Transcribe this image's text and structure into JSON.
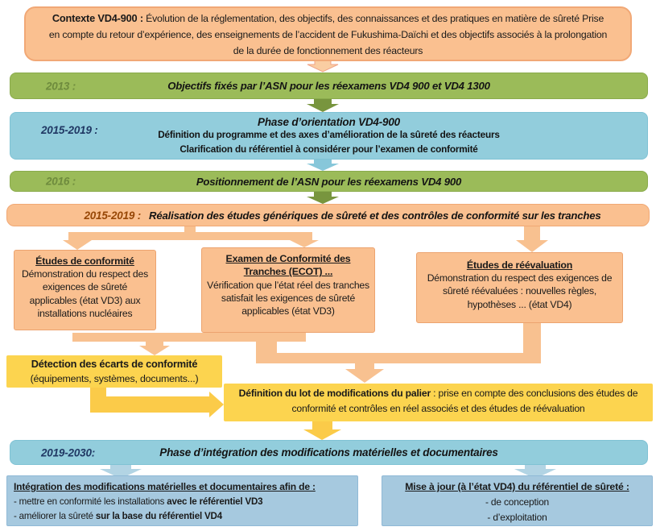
{
  "context_box": {
    "lead": "Contexte  VD4-900 :",
    "line1": " Évolution de la réglementation, des objectifs, des connaissances et des pratiques en matière de sûreté",
    "line2": "Prise en compte du retour d’expérience, des enseignements de l’accident de Fukushima-Daïchi et des objectifs associés à la prolongation de la durée de fonctionnement des réacteurs"
  },
  "timeline": [
    {
      "label": "2013 :",
      "text": "Objectifs fixés par l’ASN pour les réexamens VD4 900 et VD4 1300"
    },
    {
      "label": "2015-2019 :",
      "title": "Phase d’orientation  VD4-900",
      "line2": "Définition du programme  et des axes d’amélioration  de la sûreté des réacteurs",
      "line3": "Clarification du référentiel à considérer pour l’examen de conformité"
    },
    {
      "label": "2016 :",
      "text": "Positionnement de l’ASN pour les réexamens VD4 900"
    },
    {
      "label": "2015-2019 :",
      "text": "Réalisation des études génériques de sûreté et des contrôles de conformité sur les tranches"
    },
    {
      "label": "2019-2030:",
      "text": "Phase d’intégration des modifications matérielles et documentaires"
    }
  ],
  "study_boxes": [
    {
      "title": "Études de conformité",
      "body": "Démonstration du respect des exigences de sûreté applicables (état VD3) aux installations nucléaires"
    },
    {
      "title": "Examen de Conformité des Tranches (ECOT) ...",
      "body": "Vérification que l’état réel des tranches satisfait les exigences de sûreté applicables (état VD3)"
    },
    {
      "title": "Études de réévaluation",
      "body": "Démonstration du respect des exigences de sûreté réévaluées : nouvelles règles, hypothèses ... (état VD4)"
    }
  ],
  "detection_box": {
    "title": "Détection des écarts de conformité",
    "subtitle": "(équipements, systèmes, documents...)"
  },
  "definition_box": {
    "lead": "Définition du lot de modifications  du palier",
    "rest": " : prise en compte des conclusions des études de conformité et contrôles en réel associés et des études de réévaluation"
  },
  "integration_box": {
    "title": "Intégration des modifications  matérielles et documentaires afin de :",
    "items": [
      {
        "normal": "- mettre en conformité les installations ",
        "bold": "avec le référentiel VD3"
      },
      {
        "normal": "- améliorer la sûreté ",
        "bold": "sur la base du référentiel VD4"
      }
    ]
  },
  "maj_box": {
    "title": "Mise à jour (à l’état VD4) du référentiel de sûreté :",
    "items": [
      "- de conception",
      "- d’exploitation"
    ]
  },
  "colors": {
    "orange_fill": "#FAC090",
    "green_bar": "#9BBB59",
    "green_year_label": "#6E8B3D",
    "cyan_bar": "#92CDDC",
    "navy_year_label": "#203864",
    "brown_year_label": "#974706",
    "yellow_fill": "#FCD44F",
    "blue_box_fill": "#A6C9DF",
    "green_arrow": "#78953E",
    "blue_arrow": "#87C7DA",
    "yellow_arrow": "#FBCB49",
    "orange_connector": "#F8C190"
  }
}
